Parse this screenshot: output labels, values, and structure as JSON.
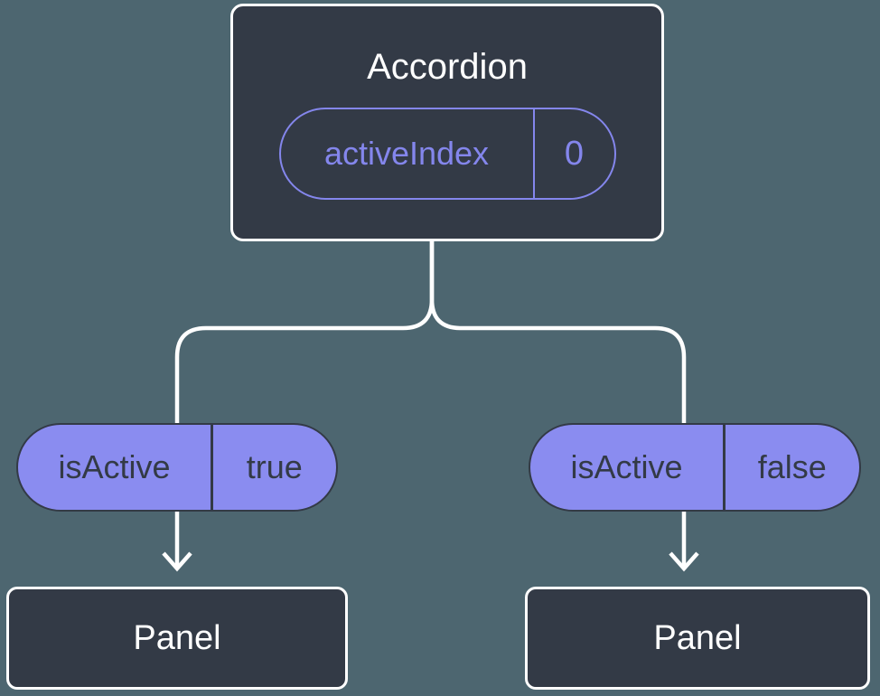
{
  "colors": {
    "background": "#4d6670",
    "node_fill": "#333a46",
    "node_border": "#ffffff",
    "accent_purple_outline": "#8486ec",
    "pill_fill": "#8a8cf0",
    "pill_text": "#333a46",
    "connector": "#ffffff",
    "title_text": "#ffffff"
  },
  "diagram": {
    "root": {
      "title": "Accordion",
      "state": {
        "label": "activeIndex",
        "value": "0"
      }
    },
    "children": [
      {
        "prop": {
          "label": "isActive",
          "value": "true"
        },
        "node": {
          "title": "Panel"
        }
      },
      {
        "prop": {
          "label": "isActive",
          "value": "false"
        },
        "node": {
          "title": "Panel"
        }
      }
    ]
  }
}
